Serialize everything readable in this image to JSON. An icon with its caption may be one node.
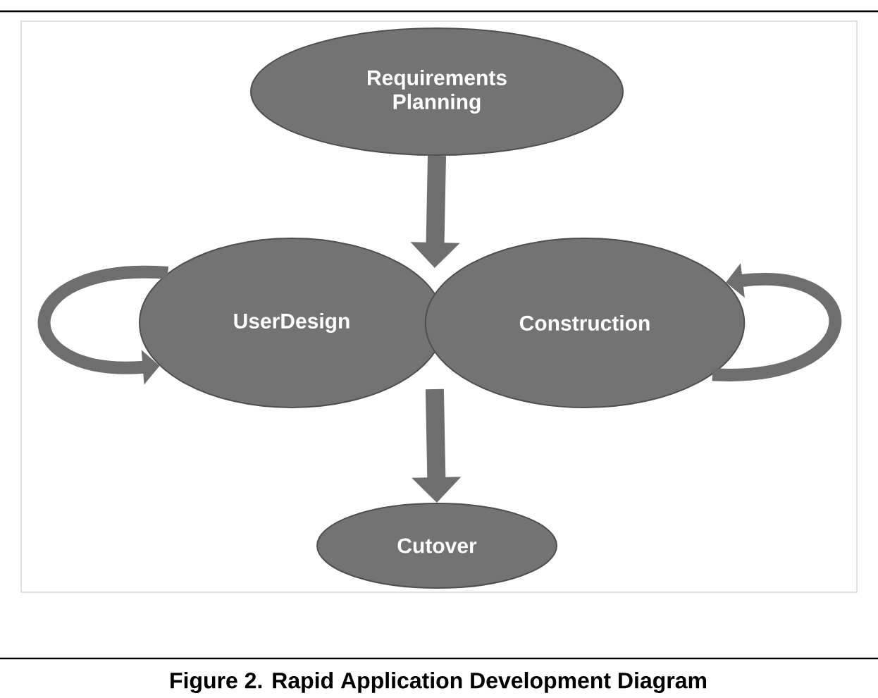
{
  "diagram": {
    "caption": "Figure 2. Rapid Application Development Diagram",
    "nodes": [
      {
        "text": [
          "Requirements Planning"
        ]
      },
      {
        "text": [
          "UserDesign"
        ]
      },
      {
        "text": [
          "Construction"
        ]
      },
      {
        "text": [
          "Cutover"
        ]
      }
    ],
    "edges": [
      {
        "from": 0,
        "to": 1,
        "arrow": "to"
      },
      {
        "from": 0,
        "to": 2,
        "arrow": "to"
      },
      {
        "from": 1,
        "to": 3,
        "arrow": "to"
      },
      {
        "from": 2,
        "to": 3,
        "arrow": "to"
      },
      {
        "from": 1,
        "to": 1,
        "arrow": "to"
      },
      {
        "from": 2,
        "to": 2,
        "arrow": "to"
      }
    ]
  }
}
